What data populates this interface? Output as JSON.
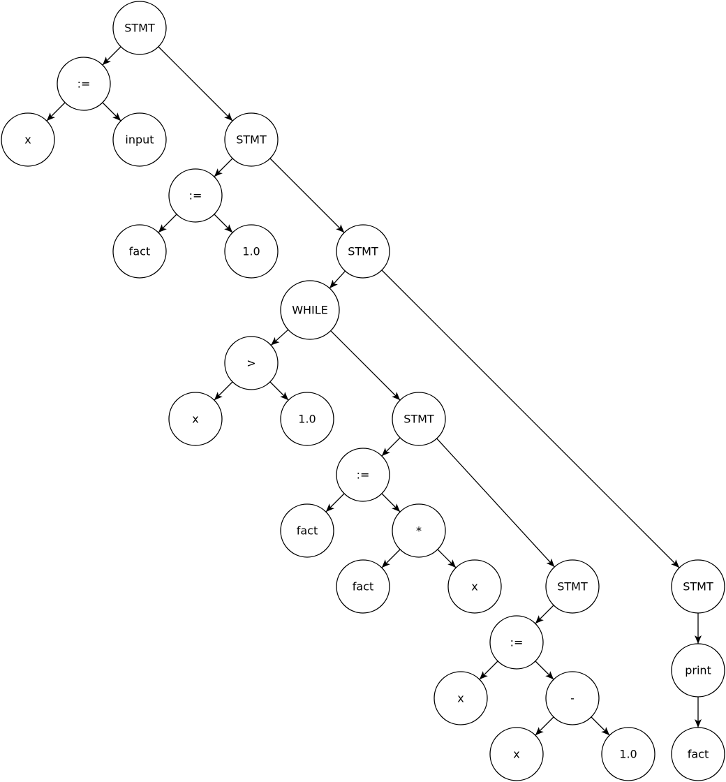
{
  "diagram": {
    "type": "syntax-tree",
    "colors": {
      "stroke": "#000000",
      "fill": "#ffffff",
      "text": "#000000"
    },
    "nodes": [
      {
        "id": "stmt1",
        "label": "STMT"
      },
      {
        "id": "assign1",
        "label": ":="
      },
      {
        "id": "x1",
        "label": "x"
      },
      {
        "id": "input1",
        "label": "input"
      },
      {
        "id": "stmt2",
        "label": "STMT"
      },
      {
        "id": "assign2",
        "label": ":="
      },
      {
        "id": "fact1",
        "label": "fact"
      },
      {
        "id": "num1",
        "label": "1.0"
      },
      {
        "id": "stmt3",
        "label": "STMT"
      },
      {
        "id": "while1",
        "label": "WHILE"
      },
      {
        "id": "gt1",
        "label": ">"
      },
      {
        "id": "x2",
        "label": "x"
      },
      {
        "id": "num2",
        "label": "1.0"
      },
      {
        "id": "stmt4",
        "label": "STMT"
      },
      {
        "id": "assign3",
        "label": ":="
      },
      {
        "id": "fact2",
        "label": "fact"
      },
      {
        "id": "mul1",
        "label": "*"
      },
      {
        "id": "fact3",
        "label": "fact"
      },
      {
        "id": "x3",
        "label": "x"
      },
      {
        "id": "stmt5",
        "label": "STMT"
      },
      {
        "id": "assign4",
        "label": ":="
      },
      {
        "id": "x4",
        "label": "x"
      },
      {
        "id": "minus1",
        "label": "-"
      },
      {
        "id": "x5",
        "label": "x"
      },
      {
        "id": "num3",
        "label": "1.0"
      },
      {
        "id": "stmt6",
        "label": "STMT"
      },
      {
        "id": "print1",
        "label": "print"
      },
      {
        "id": "fact4",
        "label": "fact"
      }
    ],
    "edges": [
      {
        "from": "stmt1",
        "to": "assign1"
      },
      {
        "from": "stmt1",
        "to": "stmt2"
      },
      {
        "from": "assign1",
        "to": "x1"
      },
      {
        "from": "assign1",
        "to": "input1"
      },
      {
        "from": "stmt2",
        "to": "assign2"
      },
      {
        "from": "stmt2",
        "to": "stmt3"
      },
      {
        "from": "assign2",
        "to": "fact1"
      },
      {
        "from": "assign2",
        "to": "num1"
      },
      {
        "from": "stmt3",
        "to": "while1"
      },
      {
        "from": "stmt3",
        "to": "stmt6"
      },
      {
        "from": "while1",
        "to": "gt1"
      },
      {
        "from": "while1",
        "to": "stmt4"
      },
      {
        "from": "gt1",
        "to": "x2"
      },
      {
        "from": "gt1",
        "to": "num2"
      },
      {
        "from": "stmt4",
        "to": "assign3"
      },
      {
        "from": "stmt4",
        "to": "stmt5"
      },
      {
        "from": "assign3",
        "to": "fact2"
      },
      {
        "from": "assign3",
        "to": "mul1"
      },
      {
        "from": "mul1",
        "to": "fact3"
      },
      {
        "from": "mul1",
        "to": "x3"
      },
      {
        "from": "stmt5",
        "to": "assign4"
      },
      {
        "from": "assign4",
        "to": "x4"
      },
      {
        "from": "assign4",
        "to": "minus1"
      },
      {
        "from": "minus1",
        "to": "x5"
      },
      {
        "from": "minus1",
        "to": "num3"
      },
      {
        "from": "stmt6",
        "to": "print1"
      },
      {
        "from": "print1",
        "to": "fact4"
      }
    ]
  }
}
